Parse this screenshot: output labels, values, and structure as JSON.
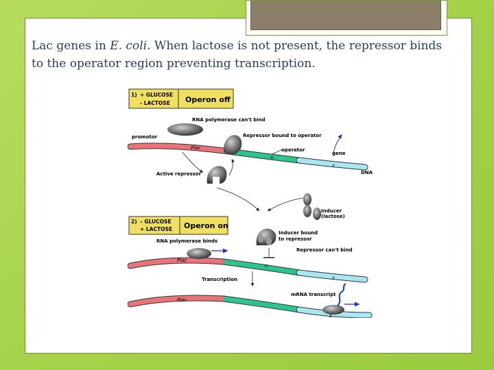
{
  "caption": {
    "part1": "Lac genes in ",
    "italic1": "E. coli",
    "part2": ". When lactose is not present, the repressor binds to the operator region preventing transcription."
  },
  "figure": {
    "panel1": {
      "number": "1)",
      "cond1": "+ GLUCOSE",
      "cond2": "- LACTOSE",
      "state": "Operon off",
      "rnap_label": "RNA polymerase can't bind",
      "promoter_label": "promotor",
      "repressor_bound_label": "Repressor bound to operator",
      "operator_label": "operator",
      "gene_label": "gene",
      "plac_label": "Plac",
      "operator_mark": "o",
      "gene_mark": "z",
      "dna_label": "DNA",
      "active_repressor_label": "Active repressor"
    },
    "inducer_label_1": "Inducer",
    "inducer_label_2": "(lactose)",
    "panel2": {
      "number": "2)",
      "cond1": "– GLUCOSE",
      "cond2": "+ LACTOSE",
      "state": "Operon on",
      "inducer_bound_1": "Inducer bound",
      "inducer_bound_2": "to repressor",
      "rnap_binds_label": "RNA polymerase binds",
      "repressor_cant_label": "Repressor can't bind",
      "plac_label": "Plac",
      "operator_mark": "o",
      "gene_mark": "z",
      "transcription_label": "Transcription",
      "mrna_label": "mRNA transcript",
      "plac_label_2": "Plac",
      "gene_mark_2": "z"
    }
  },
  "colors": {
    "background": "#a4d24a",
    "promoter": "#e8747a",
    "operator": "#2cc58f",
    "gene": "#a8e6f4",
    "label_box": "#f0e060",
    "mrna": "#1a2fd0"
  }
}
